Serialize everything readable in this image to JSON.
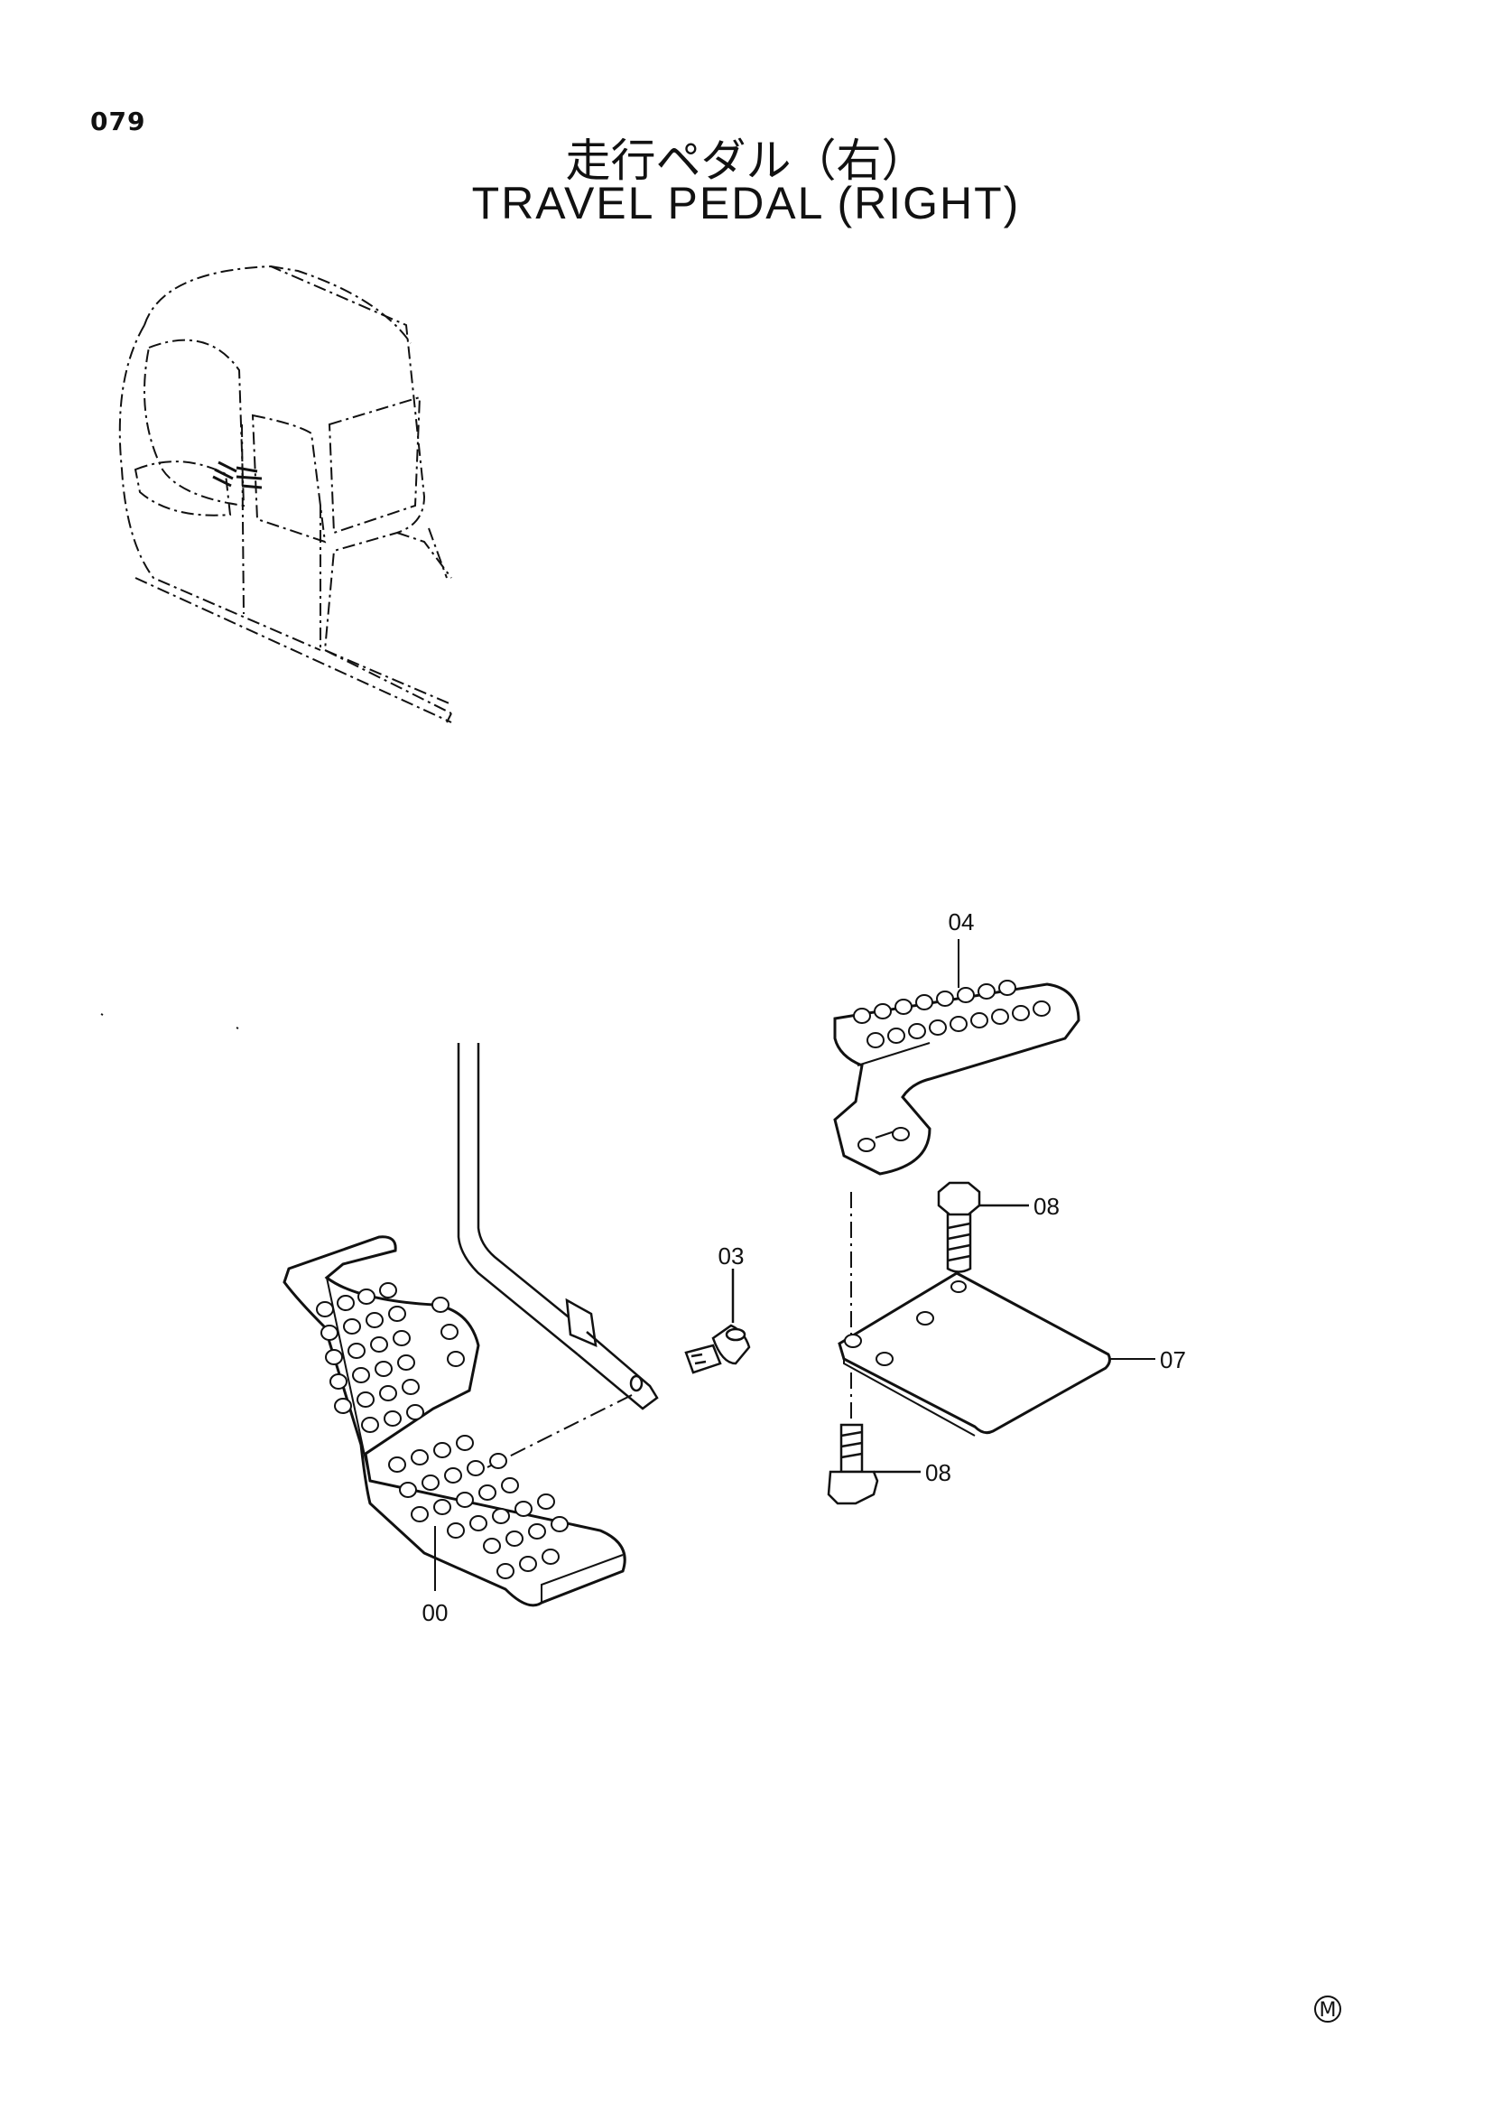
{
  "header": {
    "page_number": "079",
    "title_jp": "走行ペダル（右）",
    "title_en": "TRAVEL PEDAL (RIGHT)"
  },
  "callouts": {
    "p00": "00",
    "p03": "03",
    "p04": "04",
    "p07": "07",
    "p08_top": "08",
    "p08_bottom": "08"
  },
  "footer": {
    "maker_mark": "M"
  }
}
